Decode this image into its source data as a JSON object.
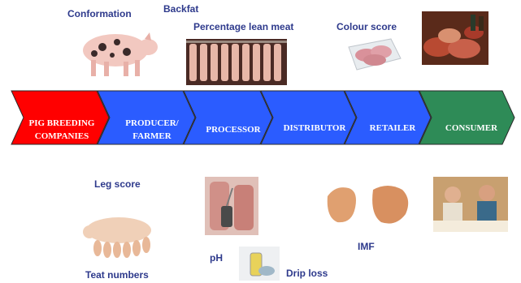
{
  "labels": {
    "conformation": "Conformation",
    "backfat": "Backfat",
    "lean_meat": "Percentage lean meat",
    "colour_score": "Colour score",
    "leg_score": "Leg score",
    "teat_numbers": "Teat numbers",
    "ph": "pH",
    "drip_loss": "Drip loss",
    "imf": "IMF"
  },
  "chain": [
    {
      "line1": "PIG BREEDING",
      "line2": "COMPANIES",
      "color": "#ff0000"
    },
    {
      "line1": "PRODUCER/",
      "line2": "FARMER",
      "color": "#2b5cff"
    },
    {
      "line1": "PROCESSOR",
      "line2": "",
      "color": "#2b5cff"
    },
    {
      "line1": "DISTRIBUTOR",
      "line2": "",
      "color": "#2b5cff"
    },
    {
      "line1": "RETAILER",
      "line2": "",
      "color": "#2b5cff"
    },
    {
      "line1": "CONSUMER",
      "line2": "",
      "color": "#2e8b57"
    }
  ],
  "images": {
    "pig": "pig-photo",
    "carcasses": "carcasses-photo",
    "packaged_meat": "packaged-meat-photo",
    "meat_display": "meat-display-photo",
    "sow_piglets": "sow-piglets-photo",
    "ph_meter": "ph-meter-photo",
    "drip_sample": "drip-sample-photo",
    "chops": "chops-photo",
    "dining": "dining-photo"
  }
}
